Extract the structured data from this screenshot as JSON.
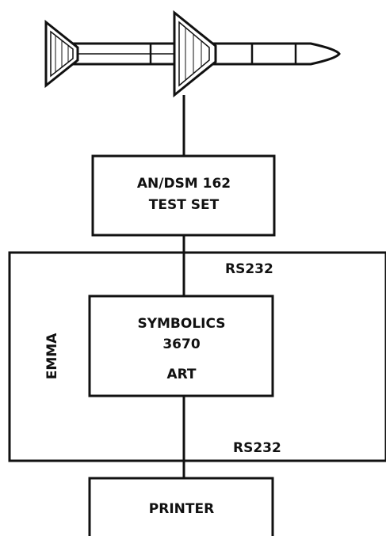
{
  "diagram": {
    "test_set": {
      "line1": "AN/DSM 162",
      "line2": "TEST SET"
    },
    "emma": {
      "label": "EMMA"
    },
    "rs232_top": "RS232",
    "rs232_bottom": "RS232",
    "computer": {
      "line1": "SYMBOLICS",
      "line2": "3670",
      "line3": "ART"
    },
    "printer": {
      "label": "PRINTER"
    }
  },
  "colors": {
    "ink": "#111111",
    "background": "#ffffff"
  }
}
